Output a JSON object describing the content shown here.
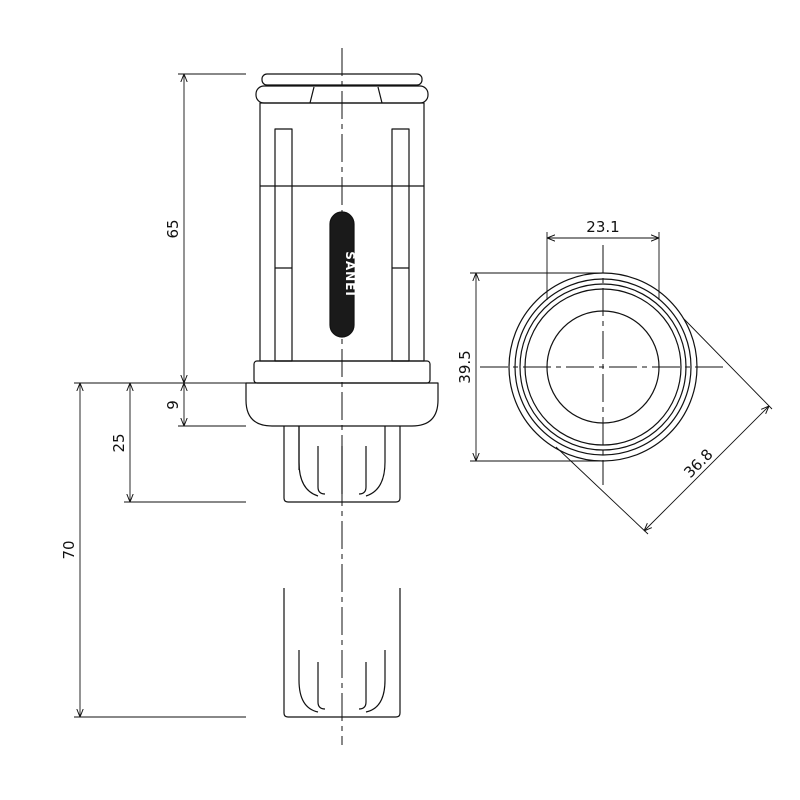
{
  "colors": {
    "line": "#111111",
    "background": "#ffffff",
    "logo_fill": "#1a1a1a"
  },
  "logo": {
    "text": "SANEI"
  },
  "dimensions": {
    "overall_upper_height": "65",
    "collar_height": "9",
    "fitting_length": "25",
    "total_lower_length": "70",
    "inner_diameter": "23.1",
    "outer_diameter": "39.5",
    "flange_diameter": "36.8"
  }
}
